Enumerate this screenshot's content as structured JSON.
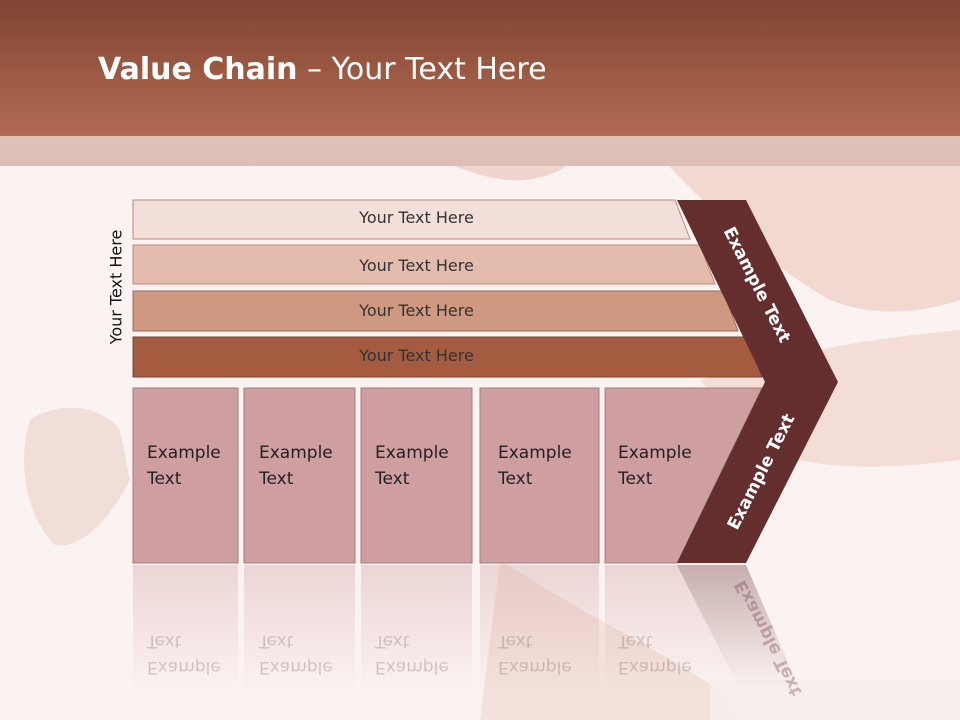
{
  "slide": {
    "title_bold": "Value Chain",
    "title_rest": " – Your Text Here",
    "side_label": "Your Text Here",
    "rows": [
      {
        "label": "Your Text Here",
        "color": "#f2dfd9"
      },
      {
        "label": "Your Text Here",
        "color": "#e3bcae"
      },
      {
        "label": "Your Text Here",
        "color": "#cf9880"
      },
      {
        "label": "Your Text Here",
        "color": "#a55b40"
      }
    ],
    "cells": [
      {
        "line1": "Example",
        "line2": "Text"
      },
      {
        "line1": "Example",
        "line2": "Text"
      },
      {
        "line1": "Example",
        "line2": "Text"
      },
      {
        "line1": "Example",
        "line2": "Text"
      },
      {
        "line1": "Example",
        "line2": "Text"
      }
    ],
    "arrow_top": "Example Text",
    "arrow_bottom": "Example Text",
    "colors": {
      "header": "#a55f48",
      "cell": "#cf9ea0",
      "arrow": "#652e2e"
    }
  }
}
